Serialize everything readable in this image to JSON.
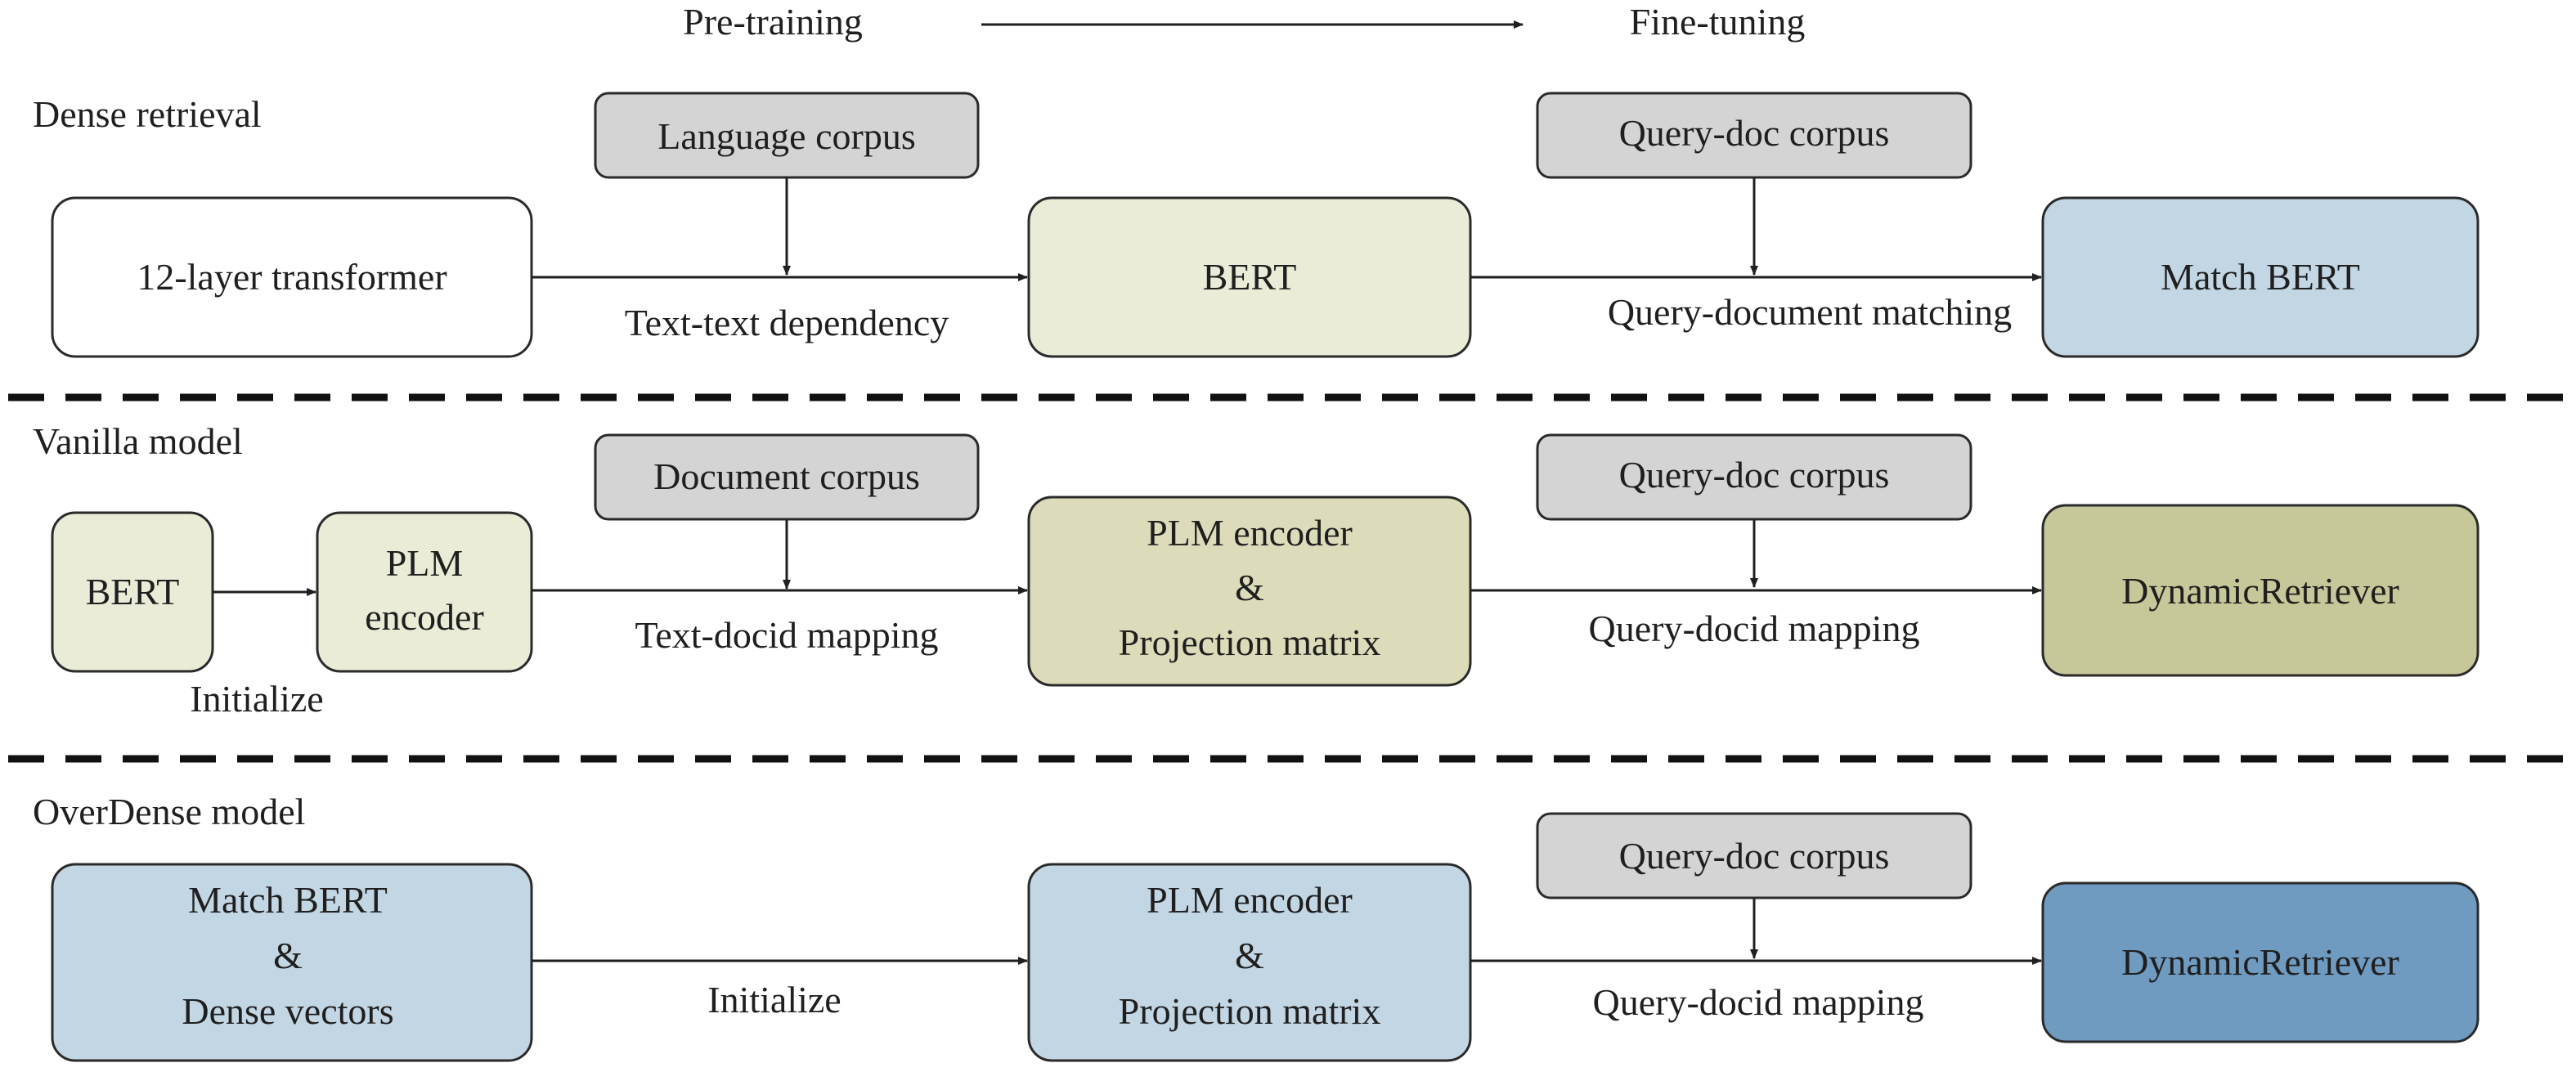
{
  "header": {
    "left": "Pre-training",
    "right": "Fine-tuning"
  },
  "rows": {
    "dense": {
      "title": "Dense retrieval",
      "box_a": "12-layer transformer",
      "corpus_a": "Language corpus",
      "edge_a": "Text-text dependency",
      "box_b": "BERT",
      "corpus_b": "Query-doc corpus",
      "edge_b": "Query-document matching",
      "box_c": "Match BERT"
    },
    "vanilla": {
      "title": "Vanilla model",
      "box_bert": "BERT",
      "init": "Initialize",
      "plm_line1": "PLM",
      "plm_line2": "encoder",
      "corpus_a": "Document corpus",
      "edge_a": "Text-docid mapping",
      "mid_line1": "PLM encoder",
      "mid_line2": "&",
      "mid_line3": "Projection matrix",
      "corpus_b": "Query-doc corpus",
      "edge_b": "Query-docid mapping",
      "box_c": "DynamicRetriever"
    },
    "overdense": {
      "title": "OverDense model",
      "box_a_line1": "Match BERT",
      "box_a_line2": "&",
      "box_a_line3": "Dense vectors",
      "edge_a": "Initialize",
      "mid_line1": "PLM encoder",
      "mid_line2": "&",
      "mid_line3": "Projection matrix",
      "corpus_b": "Query-doc corpus",
      "edge_b": "Query-docid mapping",
      "box_c": "DynamicRetriever"
    }
  },
  "colors": {
    "white_box": "#ffffff",
    "corpus_box": "#d4d4d4",
    "pale_green": "#eaecd7",
    "olive_light": "#dddcba",
    "olive": "#c7c89a",
    "light_blue": "#c3d6e3",
    "mid_blue": "#6f9bc1"
  }
}
